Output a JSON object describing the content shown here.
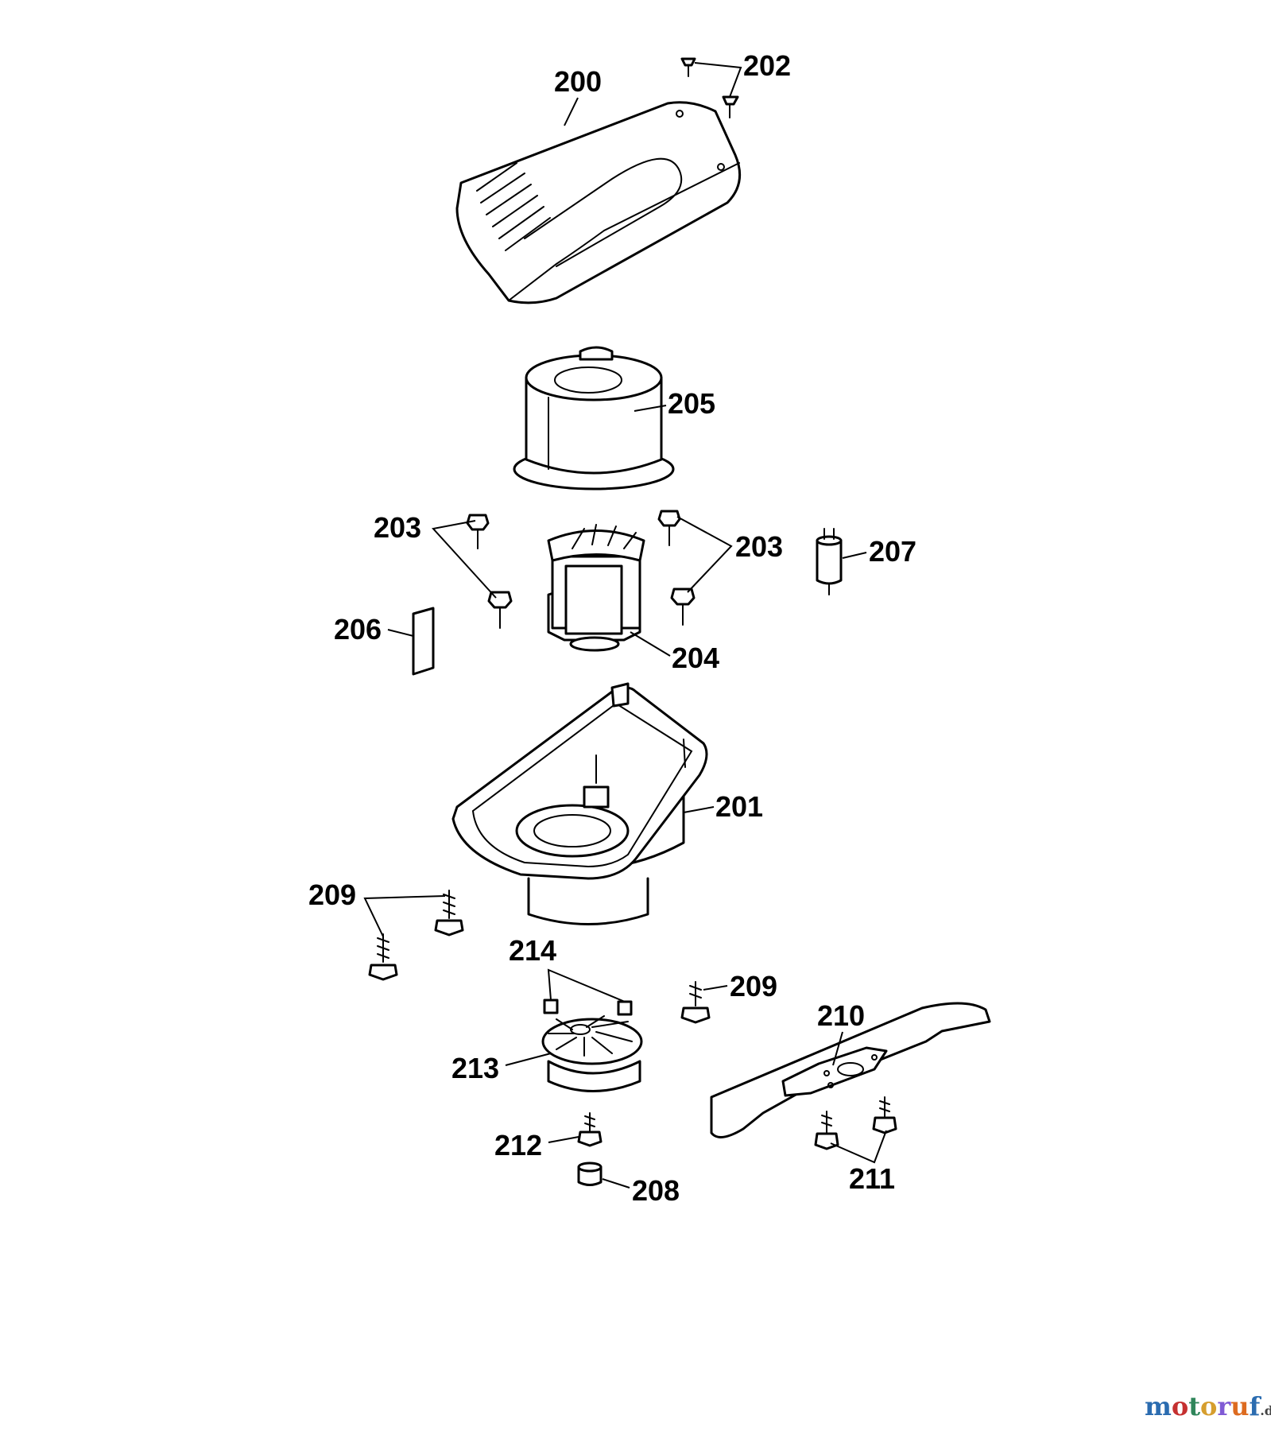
{
  "labels": {
    "p200": "200",
    "p202": "202",
    "p205": "205",
    "p203a": "203",
    "p203b": "203",
    "p207": "207",
    "p206": "206",
    "p204": "204",
    "p201": "201",
    "p209a": "209",
    "p209b": "209",
    "p214": "214",
    "p210": "210",
    "p213": "213",
    "p212": "212",
    "p211": "211",
    "p208": "208"
  },
  "watermark": {
    "name": "motoruf",
    "suffix": ".de",
    "colors": [
      "#2b6cb0",
      "#c53030",
      "#2f855a",
      "#d69e2e",
      "#805ad5",
      "#dd6b20",
      "#2b6cb0"
    ]
  }
}
